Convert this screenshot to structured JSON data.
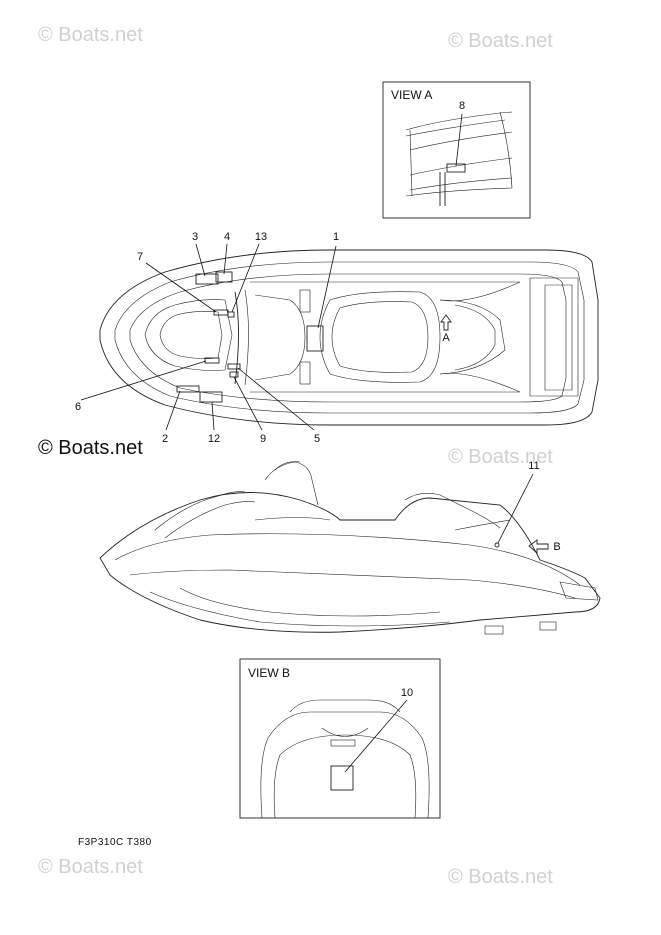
{
  "watermarks": {
    "top_left": "© Boats.net",
    "top_right": "© Boats.net",
    "middle_left": "© Boats.net",
    "middle_right": "© Boats.net",
    "bottom_left": "© Boats.net",
    "bottom_right": "© Boats.net"
  },
  "view_a": {
    "title": "VIEW A",
    "callout": "8"
  },
  "view_b": {
    "title": "VIEW B",
    "callout": "10"
  },
  "top_view": {
    "callouts": [
      "1",
      "2",
      "3",
      "4",
      "5",
      "6",
      "7",
      "9",
      "12",
      "13"
    ],
    "view_arrow_label": "A"
  },
  "side_view": {
    "callout": "11",
    "view_arrow_label": "B"
  },
  "diagram_code": "F3P310C T380"
}
